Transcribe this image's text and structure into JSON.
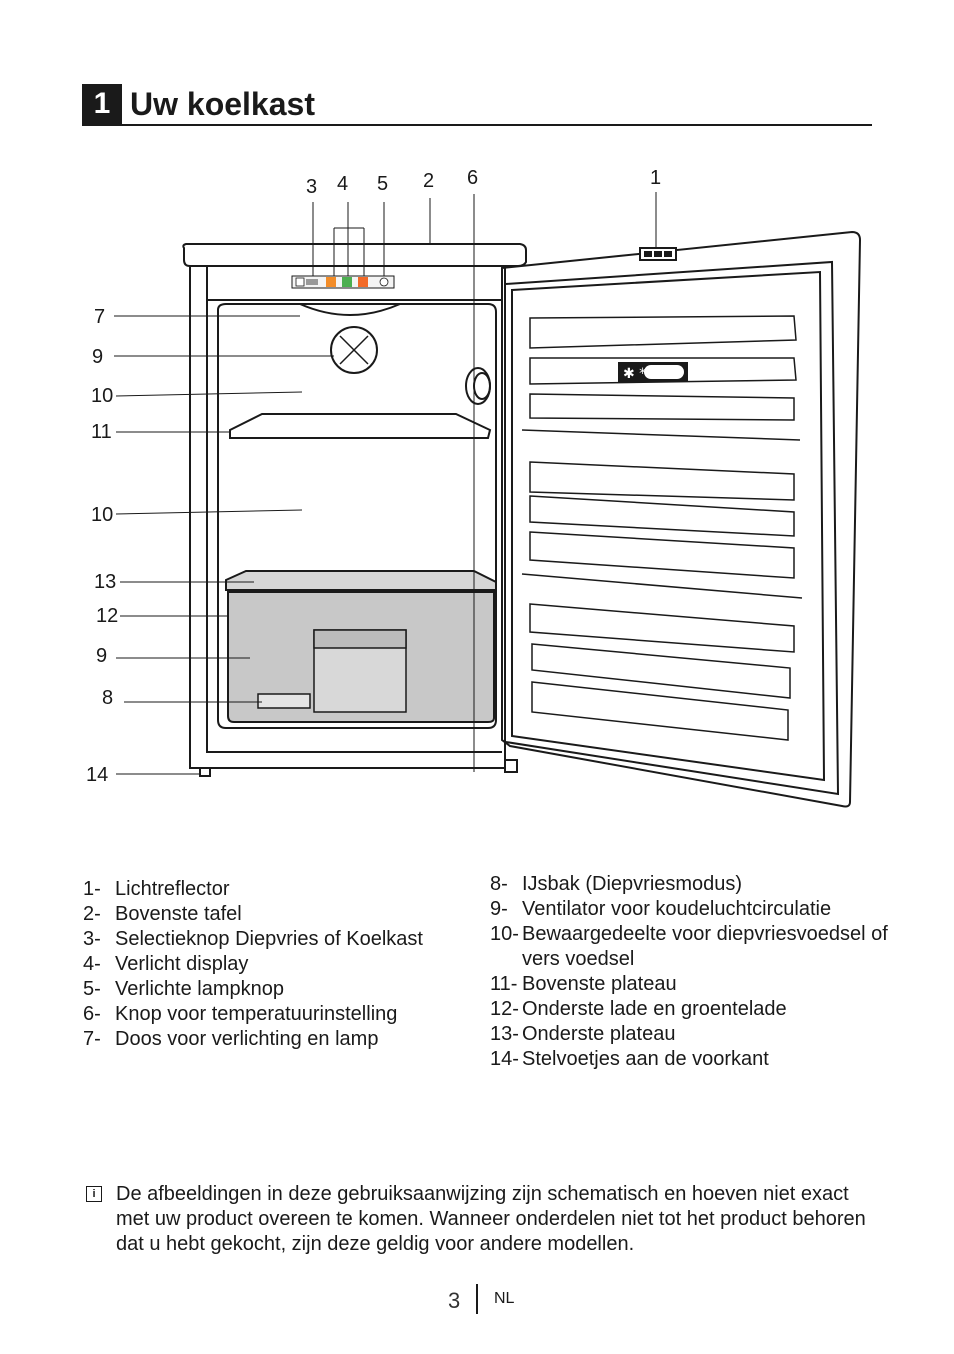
{
  "section": {
    "number": "1",
    "title": "Uw koelkast"
  },
  "diagram": {
    "callouts": {
      "top": [
        "3",
        "4",
        "5",
        "2",
        "6",
        "1"
      ],
      "left": [
        "7",
        "9",
        "10",
        "11",
        "10",
        "13",
        "12",
        "9",
        "8",
        "14"
      ]
    },
    "door_display": "✱ ***"
  },
  "parts_left": [
    {
      "num": "1-",
      "text": "Lichtreflector"
    },
    {
      "num": "2-",
      "text": "Bovenste tafel"
    },
    {
      "num": "3-",
      "text": "Selectieknop Diepvries of Koelkast"
    },
    {
      "num": "4-",
      "text": "Verlicht display"
    },
    {
      "num": "5-",
      "text": "Verlichte lampknop"
    },
    {
      "num": "6-",
      "text": "Knop voor temperatuurinstelling"
    },
    {
      "num": "7-",
      "text": "Doos voor verlichting en lamp"
    }
  ],
  "parts_right": [
    {
      "num": "8-",
      "text": "IJsbak (Diepvriesmodus)"
    },
    {
      "num": "9-",
      "text": "Ventilator voor koudeluchtcirculatie"
    },
    {
      "num": "10-",
      "text": "Bewaargedeelte voor diepvriesvoedsel of vers voedsel"
    },
    {
      "num": "11-",
      "text": "Bovenste plateau"
    },
    {
      "num": "12-",
      "text": "Onderste lade en groentelade"
    },
    {
      "num": "13-",
      "text": "Onderste plateau"
    },
    {
      "num": "14-",
      "text": "Stelvoetjes aan de voorkant"
    }
  ],
  "note": {
    "icon": "info-icon",
    "text": "De afbeeldingen in deze gebruiksaanwijzing zijn schematisch en hoeven niet exact met uw product overeen te komen. Wanneer onderdelen niet tot het product behoren dat u hebt gekocht, zijn deze geldig voor andere modellen."
  },
  "footer": {
    "page": "3",
    "lang": "NL"
  }
}
